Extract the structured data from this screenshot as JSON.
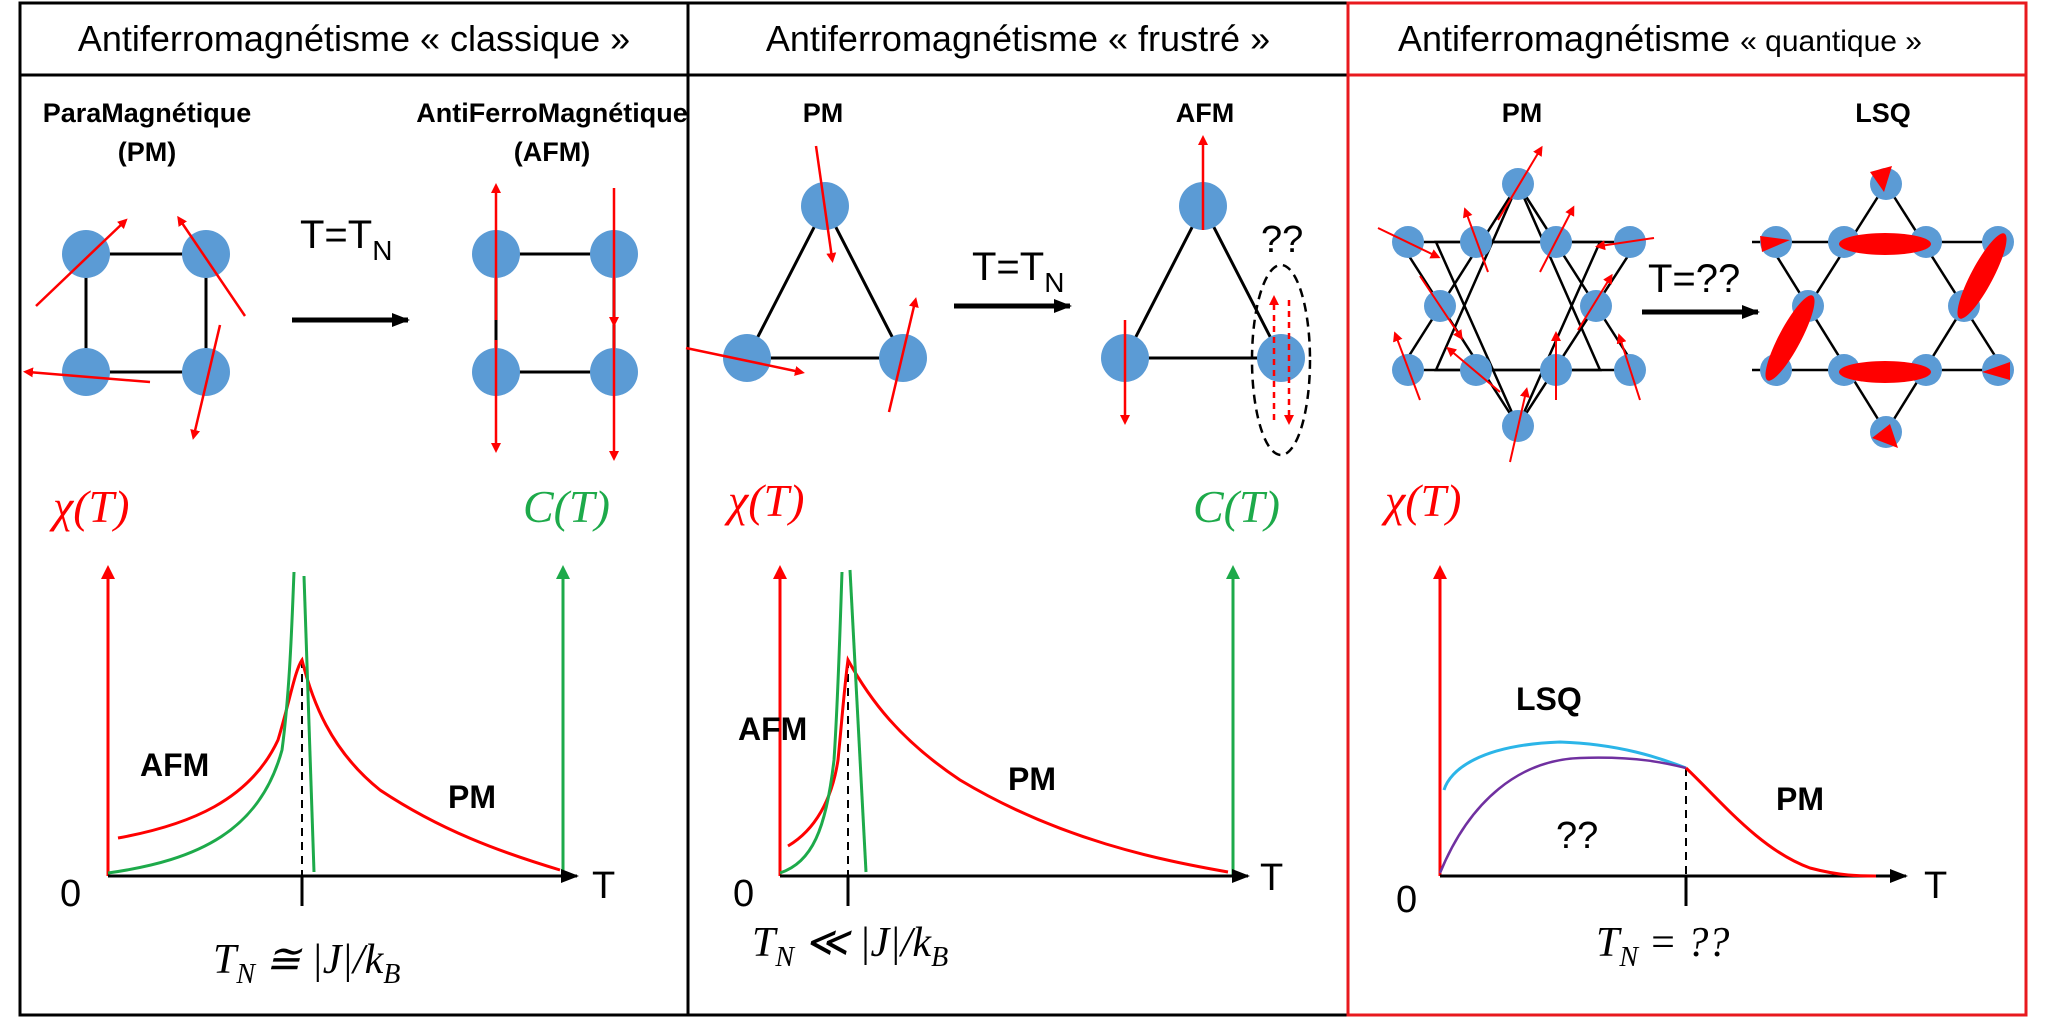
{
  "colors": {
    "red": "#ff0000",
    "green": "#1daa4a",
    "blue": "#5b9bd5",
    "cyan": "#2bb5e8",
    "purple": "#7030a0",
    "frame_red": "#e8191e"
  },
  "panels": [
    {
      "title": "Antiferromagnétisme « classique »",
      "left_label": "ParaMagnétique\n(PM)",
      "right_label": "AntiFerroMagnétique\n(AFM)",
      "transition": "T=T",
      "transition_sub": "N",
      "chi_label": "χ(T)",
      "c_label": "C(T)",
      "region_low": "AFM",
      "region_high": "PM",
      "origin": "0",
      "axis": "T",
      "formula": "T_N ≅ |J|/k_B"
    },
    {
      "title": "Antiferromagnétisme « frustré »",
      "left_label": "PM",
      "right_label": "AFM",
      "transition": "T=T",
      "transition_sub": "N",
      "unknown": "??",
      "chi_label": "χ(T)",
      "c_label": "C(T)",
      "region_low": "AFM",
      "region_high": "PM",
      "origin": "0",
      "axis": "T",
      "formula": "T_N ≪ |J|/k_B"
    },
    {
      "title_main": "Antiferromagnétisme ",
      "title_small": "« quantique »",
      "left_label": "PM",
      "right_label": "LSQ",
      "transition": "T=??",
      "chi_label": "χ(T)",
      "region_low": "LSQ",
      "region_mid": "??",
      "region_high": "PM",
      "origin": "0",
      "axis": "T",
      "formula": "T_N = ??"
    }
  ]
}
